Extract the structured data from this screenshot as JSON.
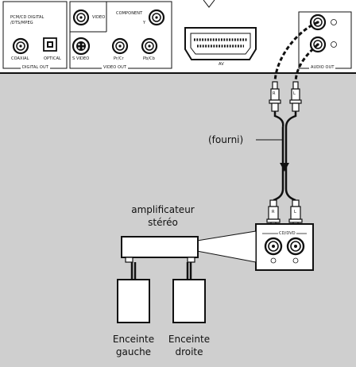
{
  "panel": {
    "pcm_line1": "PCM/CD DIGITAL",
    "pcm_line2": "/DTS/MPEG",
    "coaxial": "COAXIAL",
    "optical": "OPTICAL",
    "digital_out": "DIGITAL OUT",
    "video": "VIDEO",
    "component": "COMPONENT",
    "y": "Y",
    "svideo": "S VIDEO",
    "pr_cr": "Pr/Cr",
    "pb_cb": "Pb/Cb",
    "video_out": "VIDEO OUT",
    "av": "AV",
    "audio_out": "AUDIO OUT",
    "plug_r": "R",
    "plug_l": "L"
  },
  "labels": {
    "fourni": "(fourni)",
    "amp_line1": "amplificateur",
    "amp_line2": "stéréo",
    "cd_in": "CD/DVD",
    "left_speaker_line1": "Enceinte",
    "left_speaker_line2": "gauche",
    "right_speaker_line1": "Enceinte",
    "right_speaker_line2": "droite"
  }
}
